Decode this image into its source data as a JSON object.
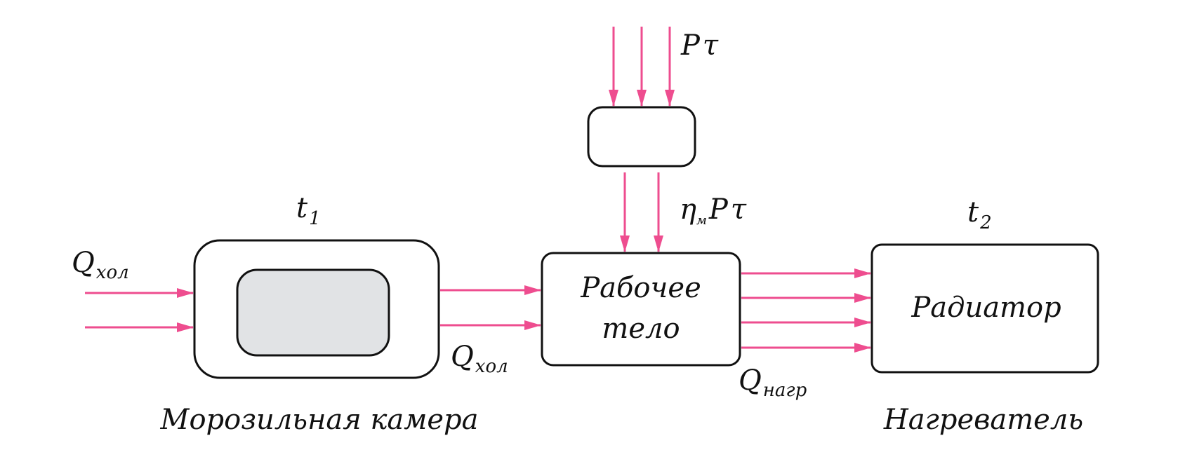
{
  "colors": {
    "arrow": "#ee4d8f",
    "box_stroke": "#111111",
    "inner_fill": "#e1e3e5",
    "background": "#ffffff"
  },
  "labels": {
    "p_tau_P": "P",
    "p_tau_tau": "τ",
    "eta": "η",
    "eta_sub": "м",
    "eta_P": "P",
    "eta_tau": "τ",
    "t1": "t",
    "t1_sub": "1",
    "t2": "t",
    "t2_sub": "2",
    "q_in_Q": "Q",
    "q_in_sub": "хол",
    "q_mid_Q": "Q",
    "q_mid_sub": "хол",
    "q_out_Q": "Q",
    "q_out_sub": "нагр",
    "working_body_line1": "Рабочее",
    "working_body_line2": "тело",
    "radiator": "Радиатор",
    "freezer_caption": "Морозильная камера",
    "heater_caption": "Нагреватель"
  }
}
